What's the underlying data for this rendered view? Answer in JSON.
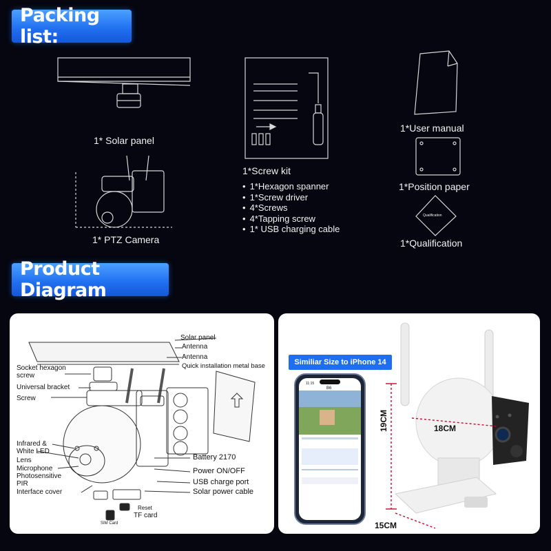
{
  "sections": {
    "packing_title": "Packing list:",
    "product_title": "Product Diagram"
  },
  "packing": {
    "solar_panel": "1* Solar panel",
    "ptz_camera": "1* PTZ Camera",
    "screw_kit": "1*Screw kit",
    "screw_kit_items": [
      "1*Hexagon spanner",
      "1*Screw driver",
      "4*Screws",
      "4*Tapping screw",
      "1* USB charging cable"
    ],
    "user_manual": "1*User manual",
    "position_paper": "1*Position paper",
    "qualification": "1*Qualification",
    "qualification_stamp": "Qualification"
  },
  "diagram": {
    "solar_panel": "Solar panel",
    "antenna_1": "Antenna",
    "antenna_2": "Antenna",
    "quick_base": "Quick installation metal base",
    "socket_screw": "Socket hexagon\nscrew",
    "universal_bracket": "Universal bracket",
    "screw": "Screw",
    "infrared_led": "Infrared &\nWhite LED",
    "lens": "Lens",
    "microphone": "Microphone",
    "photosensitive": "Photosensitive",
    "pir": "PIR",
    "interface_cover": "Interface cover",
    "battery": "Battery 2170",
    "power_switch": "Power ON/OFF",
    "usb_port": "USB charge port",
    "solar_cable": "Solar power cable",
    "reset": "Reset",
    "tf_card": "TF card",
    "sim_card": "SIM Card"
  },
  "size": {
    "badge": "Similiar Size to iPhone 14",
    "height": "19CM",
    "width": "18CM",
    "depth": "15CM",
    "phone_title": "B6",
    "phone_time": "11:15"
  },
  "colors": {
    "accent": "#1f6ef0",
    "dimension_red": "#d3002a",
    "background": "#05060f"
  }
}
